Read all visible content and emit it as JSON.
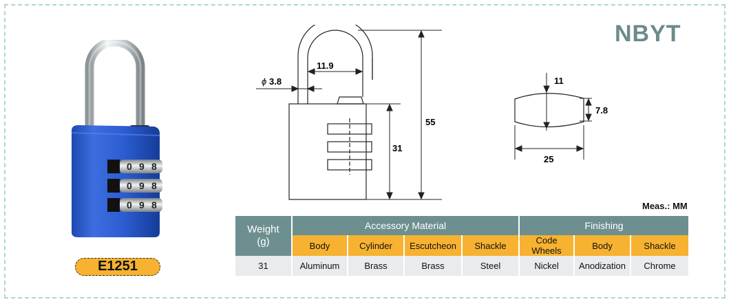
{
  "brand": "NBYT",
  "model": "E1251",
  "meas": "Meas.: MM",
  "drawing": {
    "d_shackle": "3.8",
    "d_shackle_symbol": "ϕ",
    "inner_width": "11.9",
    "height": "55",
    "body_height": "31",
    "side_top": "11",
    "side_thick": "7.8",
    "side_width": "25"
  },
  "table": {
    "weight_label": "Weight",
    "weight_unit": "(g)",
    "group1": "Accessory Material",
    "group2": "Finishing",
    "columns": [
      "Body",
      "Cylinder",
      "Escutcheon",
      "Shackle",
      "Code Wheels",
      "Body",
      "Shackle"
    ],
    "weight_value": "31",
    "values": [
      "Aluminum",
      "Brass",
      "Brass",
      "Steel",
      "Nickel",
      "Anodization",
      "Chrome"
    ]
  },
  "lock_digits": [
    "0",
    "9",
    "8"
  ]
}
